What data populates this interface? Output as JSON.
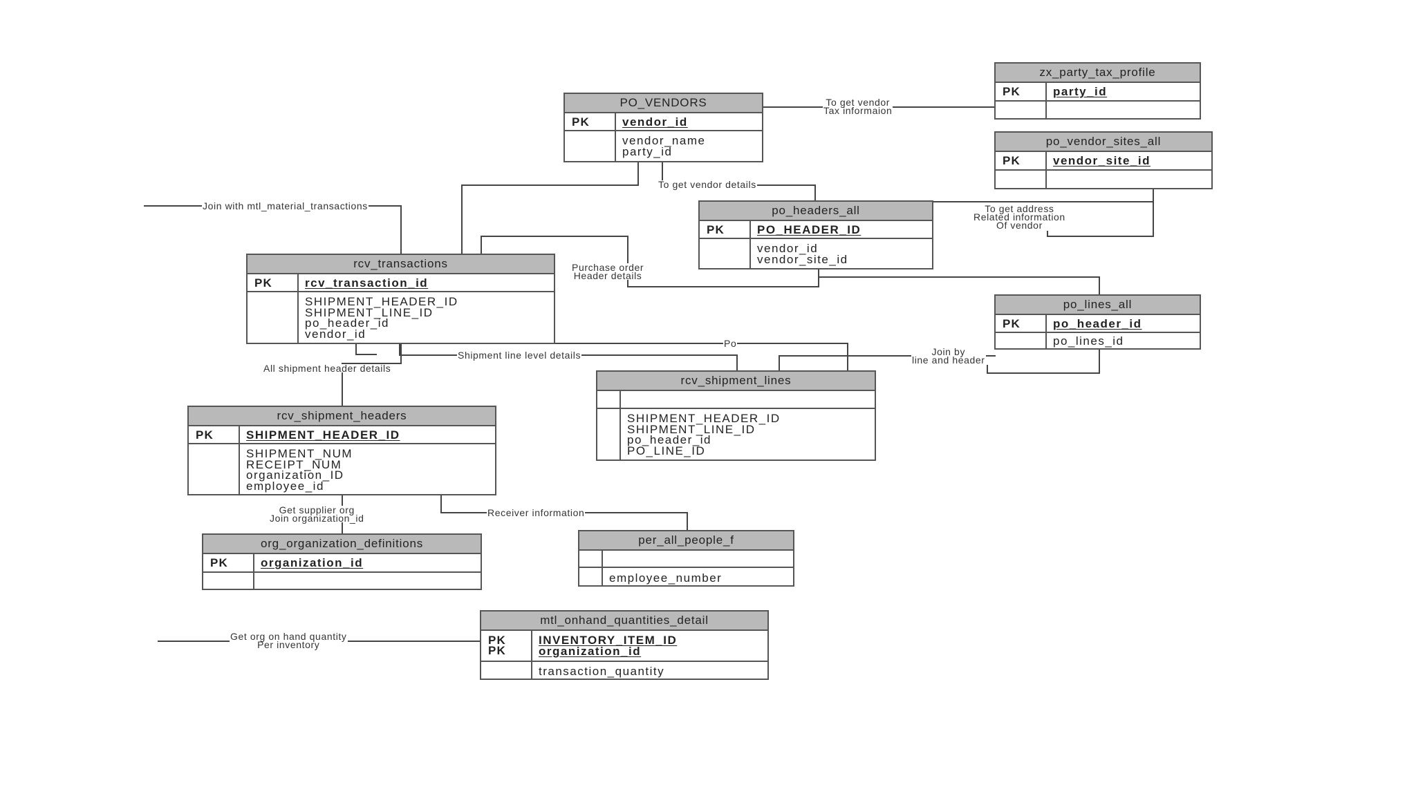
{
  "entities": {
    "zx_party_tax_profile": {
      "title": "zx_party_tax_profile",
      "pk": [
        "PK"
      ],
      "pk_fields": [
        "party_id"
      ],
      "fields": []
    },
    "po_vendors": {
      "title": "PO_VENDORS",
      "pk": [
        "PK"
      ],
      "pk_fields": [
        "vendor_id"
      ],
      "fields": [
        "vendor_name",
        "party_id"
      ]
    },
    "po_vendor_sites_all": {
      "title": "po_vendor_sites_all",
      "pk": [
        "PK"
      ],
      "pk_fields": [
        "vendor_site_id"
      ],
      "fields": []
    },
    "po_headers_all": {
      "title": "po_headers_all",
      "pk": [
        "PK"
      ],
      "pk_fields": [
        "PO_HEADER_ID"
      ],
      "fields": [
        "vendor_id",
        "vendor_site_id"
      ]
    },
    "rcv_transactions": {
      "title": "rcv_transactions",
      "pk": [
        "PK"
      ],
      "pk_fields": [
        "rcv_transaction_id"
      ],
      "fields": [
        "SHIPMENT_HEADER_ID",
        "SHIPMENT_LINE_ID",
        "po_header_id",
        "vendor_id"
      ]
    },
    "po_lines_all": {
      "title": "po_lines_all",
      "pk": [
        "PK"
      ],
      "pk_fields": [
        "po_header_id"
      ],
      "fields": [
        "po_lines_id"
      ]
    },
    "rcv_shipment_lines": {
      "title": "rcv_shipment_lines",
      "pk": [],
      "pk_fields": [],
      "fields": [
        "SHIPMENT_HEADER_ID",
        "SHIPMENT_LINE_ID",
        "po_header_id",
        "PO_LINE_ID"
      ]
    },
    "rcv_shipment_headers": {
      "title": "rcv_shipment_headers",
      "pk": [
        "PK"
      ],
      "pk_fields": [
        "SHIPMENT_HEADER_ID"
      ],
      "fields": [
        "SHIPMENT_NUM",
        "RECEIPT_NUM",
        "organization_ID",
        "employee_id"
      ]
    },
    "org_organization_definitions": {
      "title": "org_organization_definitions",
      "pk": [
        "PK"
      ],
      "pk_fields": [
        "organization_id"
      ],
      "fields": []
    },
    "per_all_people_f": {
      "title": "per_all_people_f",
      "pk": [],
      "pk_fields": [],
      "fields": [
        "employee_number"
      ]
    },
    "mtl_onhand_quantities_detail": {
      "title": "mtl_onhand_quantities_detail",
      "pk": [
        "PK",
        "PK"
      ],
      "pk_fields": [
        "INVENTORY_ITEM_ID",
        "organization_id"
      ],
      "fields": [
        "transaction_quantity"
      ]
    }
  },
  "relationships": {
    "vendor_tax": "To get vendor\nTax informaion",
    "vendor_details": "To get vendor details",
    "mtl_join": "Join with mtl_material_transactions",
    "vendor_address": "To get address\nRelated information\nOf vendor",
    "po_header_details": "Purchase order\nHeader details",
    "po": "Po",
    "shipment_line_details": "Shipment line level details",
    "line_header_join": "Join by\nline and header",
    "shipment_header_details": "All shipment header details",
    "supplier_org": "Get supplier org\nJoin organization_id",
    "receiver_info": "Receiver information",
    "onhand_quantity": "Get org on hand quantity\nPer inventory"
  },
  "colors": {
    "header_fill": "#b9b9b9",
    "border": "#555555",
    "line": "#444444"
  }
}
